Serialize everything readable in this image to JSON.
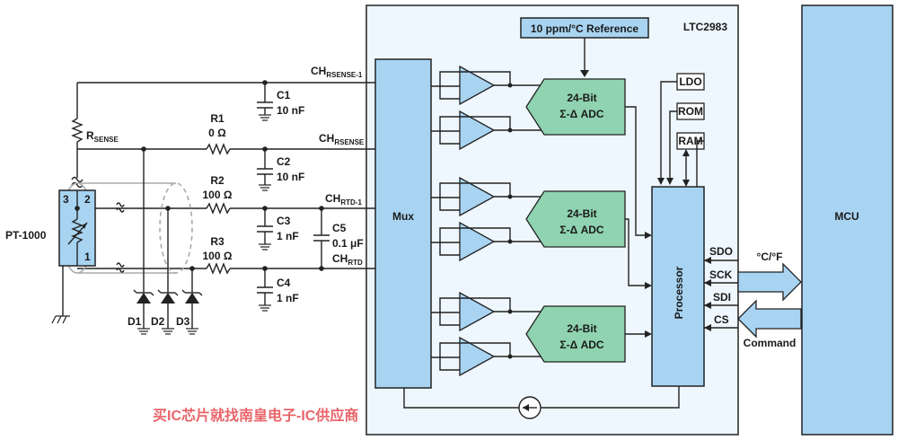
{
  "chip": {
    "name": "LTC2983",
    "reference": "10 ppm/°C Reference",
    "mux": "Mux",
    "adc_line1": "24-Bit",
    "adc_line2": "Σ-Δ ADC",
    "ldo": "LDO",
    "rom": "ROM",
    "ram": "RAM",
    "processor": "Processor"
  },
  "pins": {
    "rsense_1": {
      "main": "CH",
      "sub": "RSENSE-1"
    },
    "rsense": {
      "main": "CH",
      "sub": "RSENSE"
    },
    "rtd_1": {
      "main": "CH",
      "sub": "RTD-1"
    },
    "rtd": {
      "main": "CH",
      "sub": "RTD"
    }
  },
  "interface": {
    "sdo": "SDO",
    "sck": "SCK",
    "sdi": "SDI",
    "cs": "CS",
    "out_label": "°C/°F",
    "in_label": "Command"
  },
  "mcu": "MCU",
  "external": {
    "rsense": {
      "main": "R",
      "sub": "SENSE"
    },
    "sensor": "PT-1000",
    "pin3": "3",
    "pin2": "2",
    "pin1": "1",
    "r1_name": "R1",
    "r1_val": "0 Ω",
    "r2_name": "R2",
    "r2_val": "100 Ω",
    "r3_name": "R3",
    "r3_val": "100 Ω",
    "c1_name": "C1",
    "c1_val": "10 nF",
    "c2_name": "C2",
    "c2_val": "10 nF",
    "c3_name": "C3",
    "c3_val": "1 nF",
    "c4_name": "C4",
    "c4_val": "1 nF",
    "c5_name": "C5",
    "c5_val": "0.1 μF",
    "d1": "D1",
    "d2": "D2",
    "d3": "D3"
  },
  "watermark": "买IC芯片就找南皇电子-IC供应商",
  "colors": {
    "block_fill": "#a8d4f2",
    "adc_fill": "#8fd3b0",
    "chip_bg": "#eef7fd",
    "watermark": "#e8646a"
  }
}
